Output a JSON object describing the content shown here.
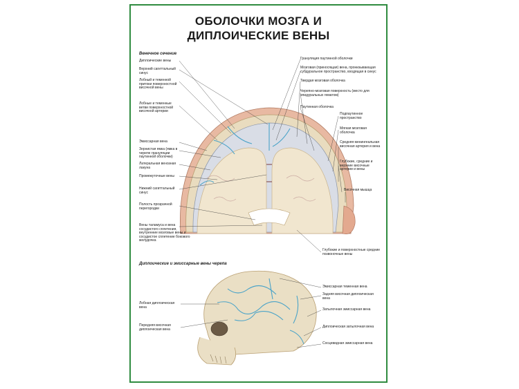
{
  "title": {
    "line1": "ОБОЛОЧКИ МОЗГА И",
    "line2": "ДИПЛОИЧЕСКИЕ ВЕНЫ"
  },
  "section1": {
    "heading": "Венечное сечение",
    "left_labels": [
      "Диплоические вены",
      "Верхний сагиттальный синус",
      "Лобный и теменной притоки поверхностной височной вены",
      "Лобные и теменные ветви поверхностной височной артерии",
      "Эмиссарная вена",
      "Зернистая ямка (ямка в черепе грануляции паутинной оболочки)",
      "Латеральная венозная лакуна",
      "Промежуточные вены",
      "Нижний сагиттальный синус",
      "Полость прозрачной перегородки",
      "Вены таламуса и вена сосудистого сплетения, внутренние мозговые вены и сосудистое сплетение бокового желудочка"
    ],
    "right_labels": [
      "Грануляция паутинной оболочки",
      "Мозговая (приносящая) вена, пронизывающая субдуральное пространство, входящая в синус",
      "Твердая мозговая оболочка",
      "Черепно-мозговая поверхность (место для эпидуральных гематом)",
      "Паутинная оболочка",
      "Подпаутинное пространство",
      "Мягкая мозговая оболочка",
      "Средняя менингеальная височная артерия и вена",
      "Глубокие, средние и верхние височные артерии и вены",
      "Височная мышца",
      "Глубокие и поверхностные средние позвоночные вены"
    ]
  },
  "section2": {
    "heading": "Диплоические и эмиссарные вены черепа",
    "left_labels": [
      "Лобная диплоическая вена",
      "Передняя височная диплоическая вена"
    ],
    "right_labels": [
      "Эмиссарная теменная вена",
      "Задняя височная диплоическая вена",
      "Затылочная эмиссарная вена",
      "Диплоическая затылочная вена",
      "Сосцевидная эмиссарная вена"
    ]
  },
  "colors": {
    "frame": "#2e8b3f",
    "vein": "#4aa3c8",
    "bone": "#e9dcbf",
    "skin": "#e8b9a2",
    "brain": "#f1e6cf"
  }
}
